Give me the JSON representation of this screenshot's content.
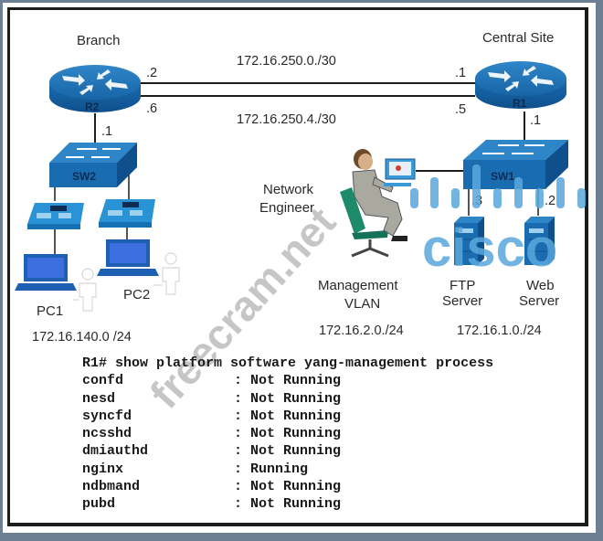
{
  "sites": {
    "branch": "Branch",
    "central": "Central Site"
  },
  "devices": {
    "r2": "R2",
    "r1": "R1",
    "sw2": "SW2",
    "sw1": "SW1",
    "pc1": "PC1",
    "pc2": "PC2",
    "engineer_line1": "Network",
    "engineer_line2": "Engineer",
    "mgmt_line1": "Management",
    "mgmt_line2": "VLAN",
    "ftp_line1": "FTP",
    "ftp_line2": "Server",
    "web_line1": "Web",
    "web_line2": "Server"
  },
  "links": {
    "wan1_subnet": "172.16.250.0./30",
    "wan2_subnet": "172.16.250.4./30",
    "r2_wan1_host": ".2",
    "r2_wan2_host": ".6",
    "r1_wan1_host": ".1",
    "r1_wan2_host": ".5",
    "r2_lan_host": ".1",
    "r1_lan_host": ".1",
    "ftp_host": ".3",
    "web_host": ".2"
  },
  "subnets": {
    "branch_lan": "172.16.140.0 /24",
    "management": "172.16.2.0./24",
    "servers": "172.16.1.0./24"
  },
  "cli": {
    "command": "R1# show platform software yang-management process",
    "processes": [
      {
        "name": "confd",
        "status": "Not Running"
      },
      {
        "name": "nesd",
        "status": "Not Running"
      },
      {
        "name": "syncfd",
        "status": "Not Running"
      },
      {
        "name": "ncsshd",
        "status": "Not Running"
      },
      {
        "name": "dmiauthd",
        "status": "Not Running"
      },
      {
        "name": "nginx",
        "status": "Running"
      },
      {
        "name": "ndbmand",
        "status": "Not Running"
      },
      {
        "name": "pubd",
        "status": "Not Running"
      }
    ]
  },
  "watermarks": {
    "site": "freecram.net",
    "brand": "cisco"
  },
  "colors": {
    "device_blue": "#1a6cb0",
    "watermark_gray": "#c8c8c8",
    "cisco_blue": "#5aa8dc",
    "background": "#6d7f92"
  }
}
